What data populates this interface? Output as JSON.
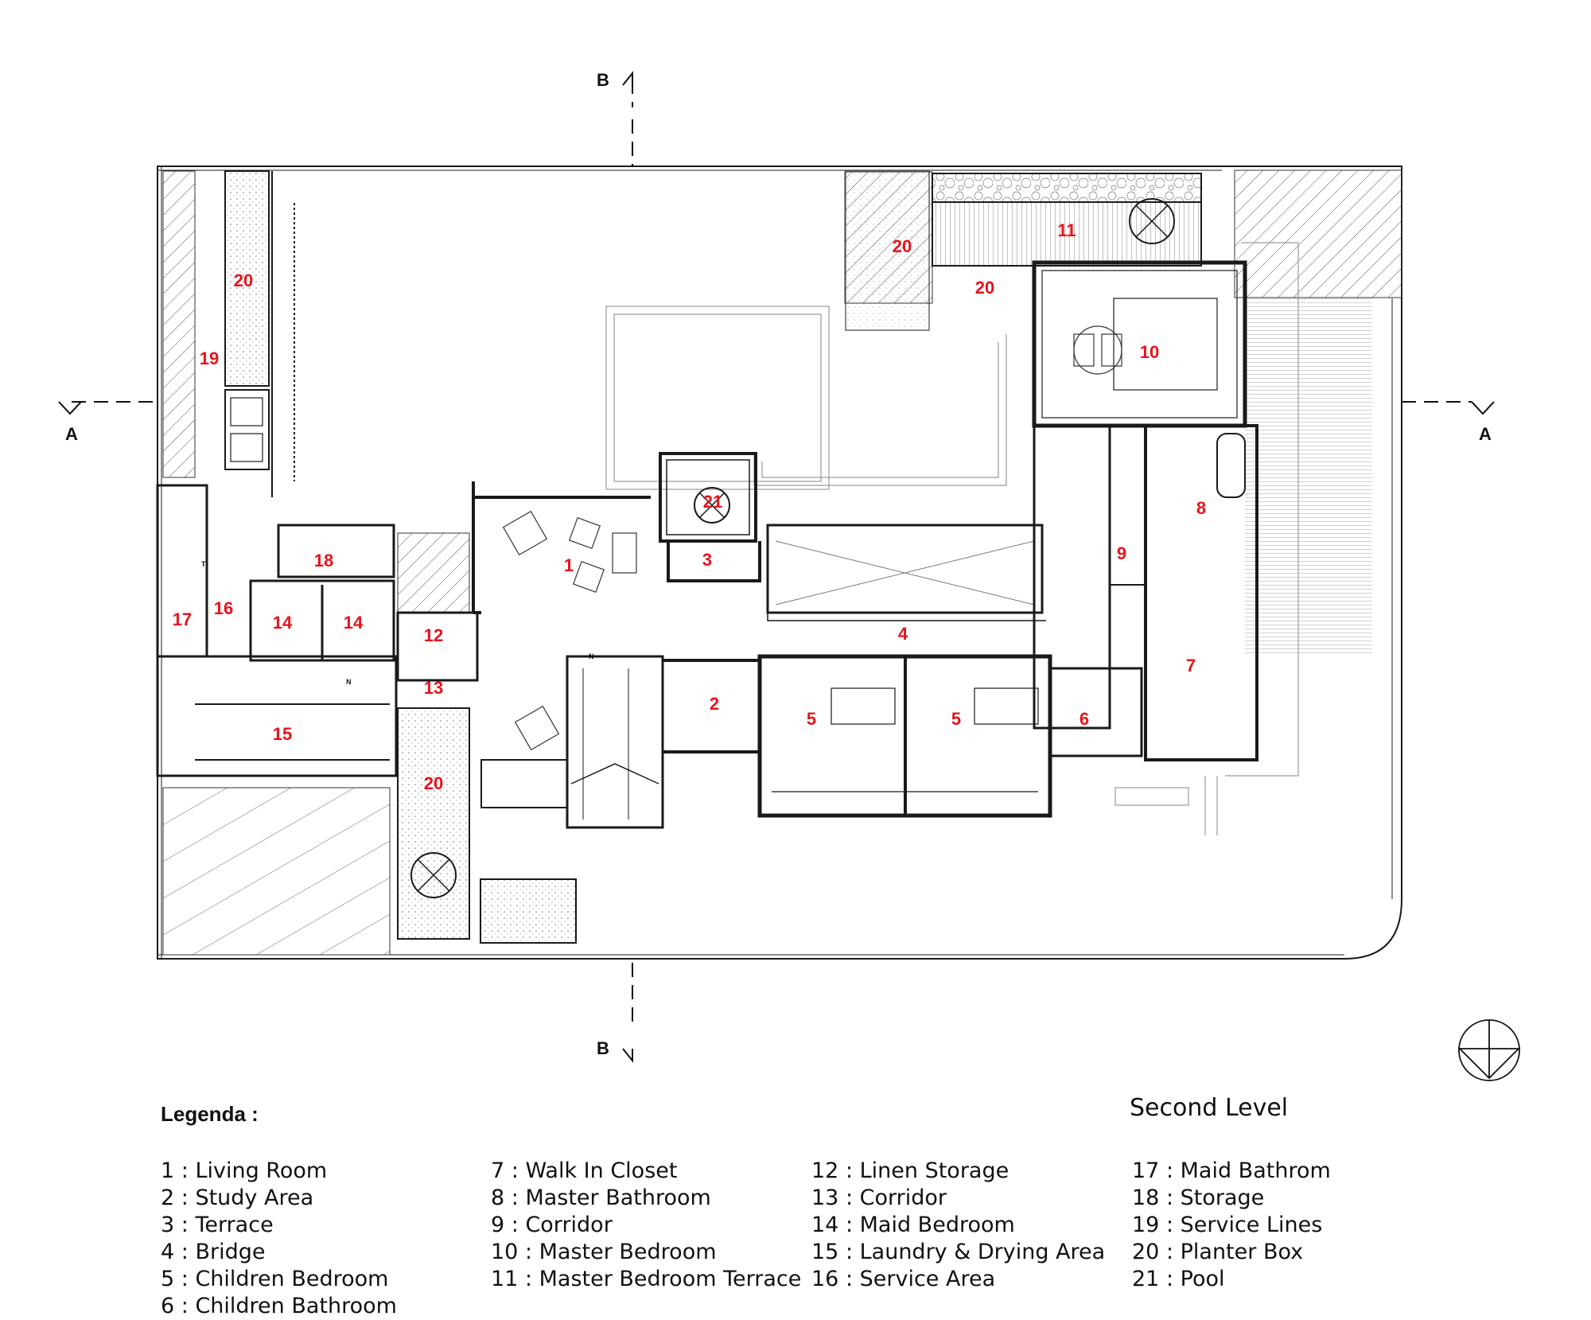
{
  "diagram": {
    "level_title": "Second Level",
    "legend_title": "Legenda :",
    "section_markers": {
      "a_left": "A",
      "a_right": "A",
      "b_top": "B",
      "b_bottom": "B"
    },
    "stair_markers": {
      "north_main": "N",
      "north_service": "N",
      "up_service": "T"
    },
    "room_tags": [
      {
        "id": "1"
      },
      {
        "id": "2"
      },
      {
        "id": "3"
      },
      {
        "id": "4"
      },
      {
        "id": "5"
      },
      {
        "id": "5"
      },
      {
        "id": "6"
      },
      {
        "id": "7"
      },
      {
        "id": "8"
      },
      {
        "id": "9"
      },
      {
        "id": "10"
      },
      {
        "id": "11"
      },
      {
        "id": "12"
      },
      {
        "id": "13"
      },
      {
        "id": "14"
      },
      {
        "id": "14"
      },
      {
        "id": "15"
      },
      {
        "id": "16"
      },
      {
        "id": "17"
      },
      {
        "id": "18"
      },
      {
        "id": "19"
      },
      {
        "id": "20"
      },
      {
        "id": "20"
      },
      {
        "id": "20"
      },
      {
        "id": "20"
      },
      {
        "id": "21"
      }
    ],
    "legend": [
      "1 : Living Room",
      "2 : Study Area",
      "3 : Terrace",
      "4 : Bridge",
      "5 : Children Bedroom",
      "6 : Children Bathroom",
      "7 : Walk In Closet",
      "8 : Master Bathroom",
      "9 : Corridor",
      "10 : Master Bedroom",
      "11 : Master Bedroom Terrace",
      "12 : Linen Storage",
      "13 : Corridor",
      "14 : Maid Bedroom",
      "15 : Laundry & Drying Area",
      "16 : Service Area",
      "17 : Maid Bathrom",
      "18 : Storage",
      "19 : Service Lines",
      "20 : Planter Box",
      "21 : Pool"
    ],
    "colors": {
      "room_number": "#e8131b",
      "lines": "#1a1a1a",
      "light_lines": "#9a9a9a"
    }
  }
}
